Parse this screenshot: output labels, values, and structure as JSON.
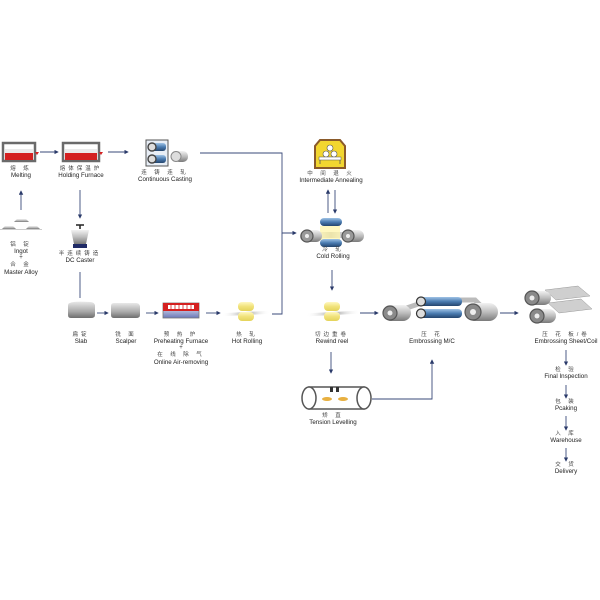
{
  "diagram": {
    "type": "process-flow",
    "colors": {
      "line": "#3a4a7a",
      "accent_red": "#d42020",
      "roll_yellow": "#f5ea8a",
      "roll_blue": "#4a7bb0",
      "annealing_yellow": "#f2d630",
      "annealing_frame": "#8a5a2a"
    },
    "steps": {
      "melting": {
        "cn": "熔 炼",
        "en": "Melting",
        "icon": "melting-furnace-icon"
      },
      "holding": {
        "cn": "熔体保温炉",
        "en": "Holding Furnace",
        "icon": "holding-furnace-icon"
      },
      "continuous": {
        "cn": "连 铸 连 轧",
        "en": "Continuous Casting",
        "icon": "continuous-casting-icon"
      },
      "ingot": {
        "cn1": "铝 锭",
        "en1": "Ingot",
        "plus": "+",
        "cn2": "合 金",
        "en2": "Master Alloy",
        "icon": "ingot-icon"
      },
      "dc": {
        "cn": "半连续铸造",
        "en": "DC Caster",
        "icon": "dc-caster-icon"
      },
      "slab": {
        "cn": "扁锭",
        "en": "Slab",
        "icon": "slab-icon"
      },
      "scalper": {
        "cn": "铣 面",
        "en": "Scalper",
        "icon": "scalper-icon"
      },
      "preheat": {
        "cn": "预 热 炉",
        "en": "Preheating Furnace",
        "plus": "+",
        "cn2": "在 线 除 气",
        "en2": "Online Air-removing",
        "icon": "preheating-furnace-icon"
      },
      "hotroll": {
        "cn": "热 轧",
        "en": "Hot Rolling",
        "icon": "hot-rolling-icon"
      },
      "annealing": {
        "cn": "中 间 退 火",
        "en": "Intermediate Annealing",
        "icon": "annealing-furnace-icon"
      },
      "coldroll": {
        "cn": "冷 轧",
        "en": "Cold Rolling",
        "icon": "cold-rolling-icon"
      },
      "rewind": {
        "cn": "切边重卷",
        "en": "Rewind reel",
        "icon": "rewind-reel-icon"
      },
      "embossmc": {
        "cn": "压 花",
        "en": "Embrossing M/C",
        "icon": "embossing-machine-icon"
      },
      "tension": {
        "cn": "矫 直",
        "en": "Tension Levelling",
        "icon": "tension-levelling-icon"
      },
      "sheet": {
        "cn": "压 花 板/卷",
        "en": "Embrossing Sheet/Coil",
        "icon": "embossing-coil-icon"
      },
      "inspect": {
        "cn": "检 验",
        "en": "Final Inspection"
      },
      "pack": {
        "cn": "包 装",
        "en": "Pcaking"
      },
      "warehouse": {
        "cn": "入 库",
        "en": "Warehouse"
      },
      "delivery": {
        "cn": "交 货",
        "en": "Delivery"
      }
    }
  }
}
